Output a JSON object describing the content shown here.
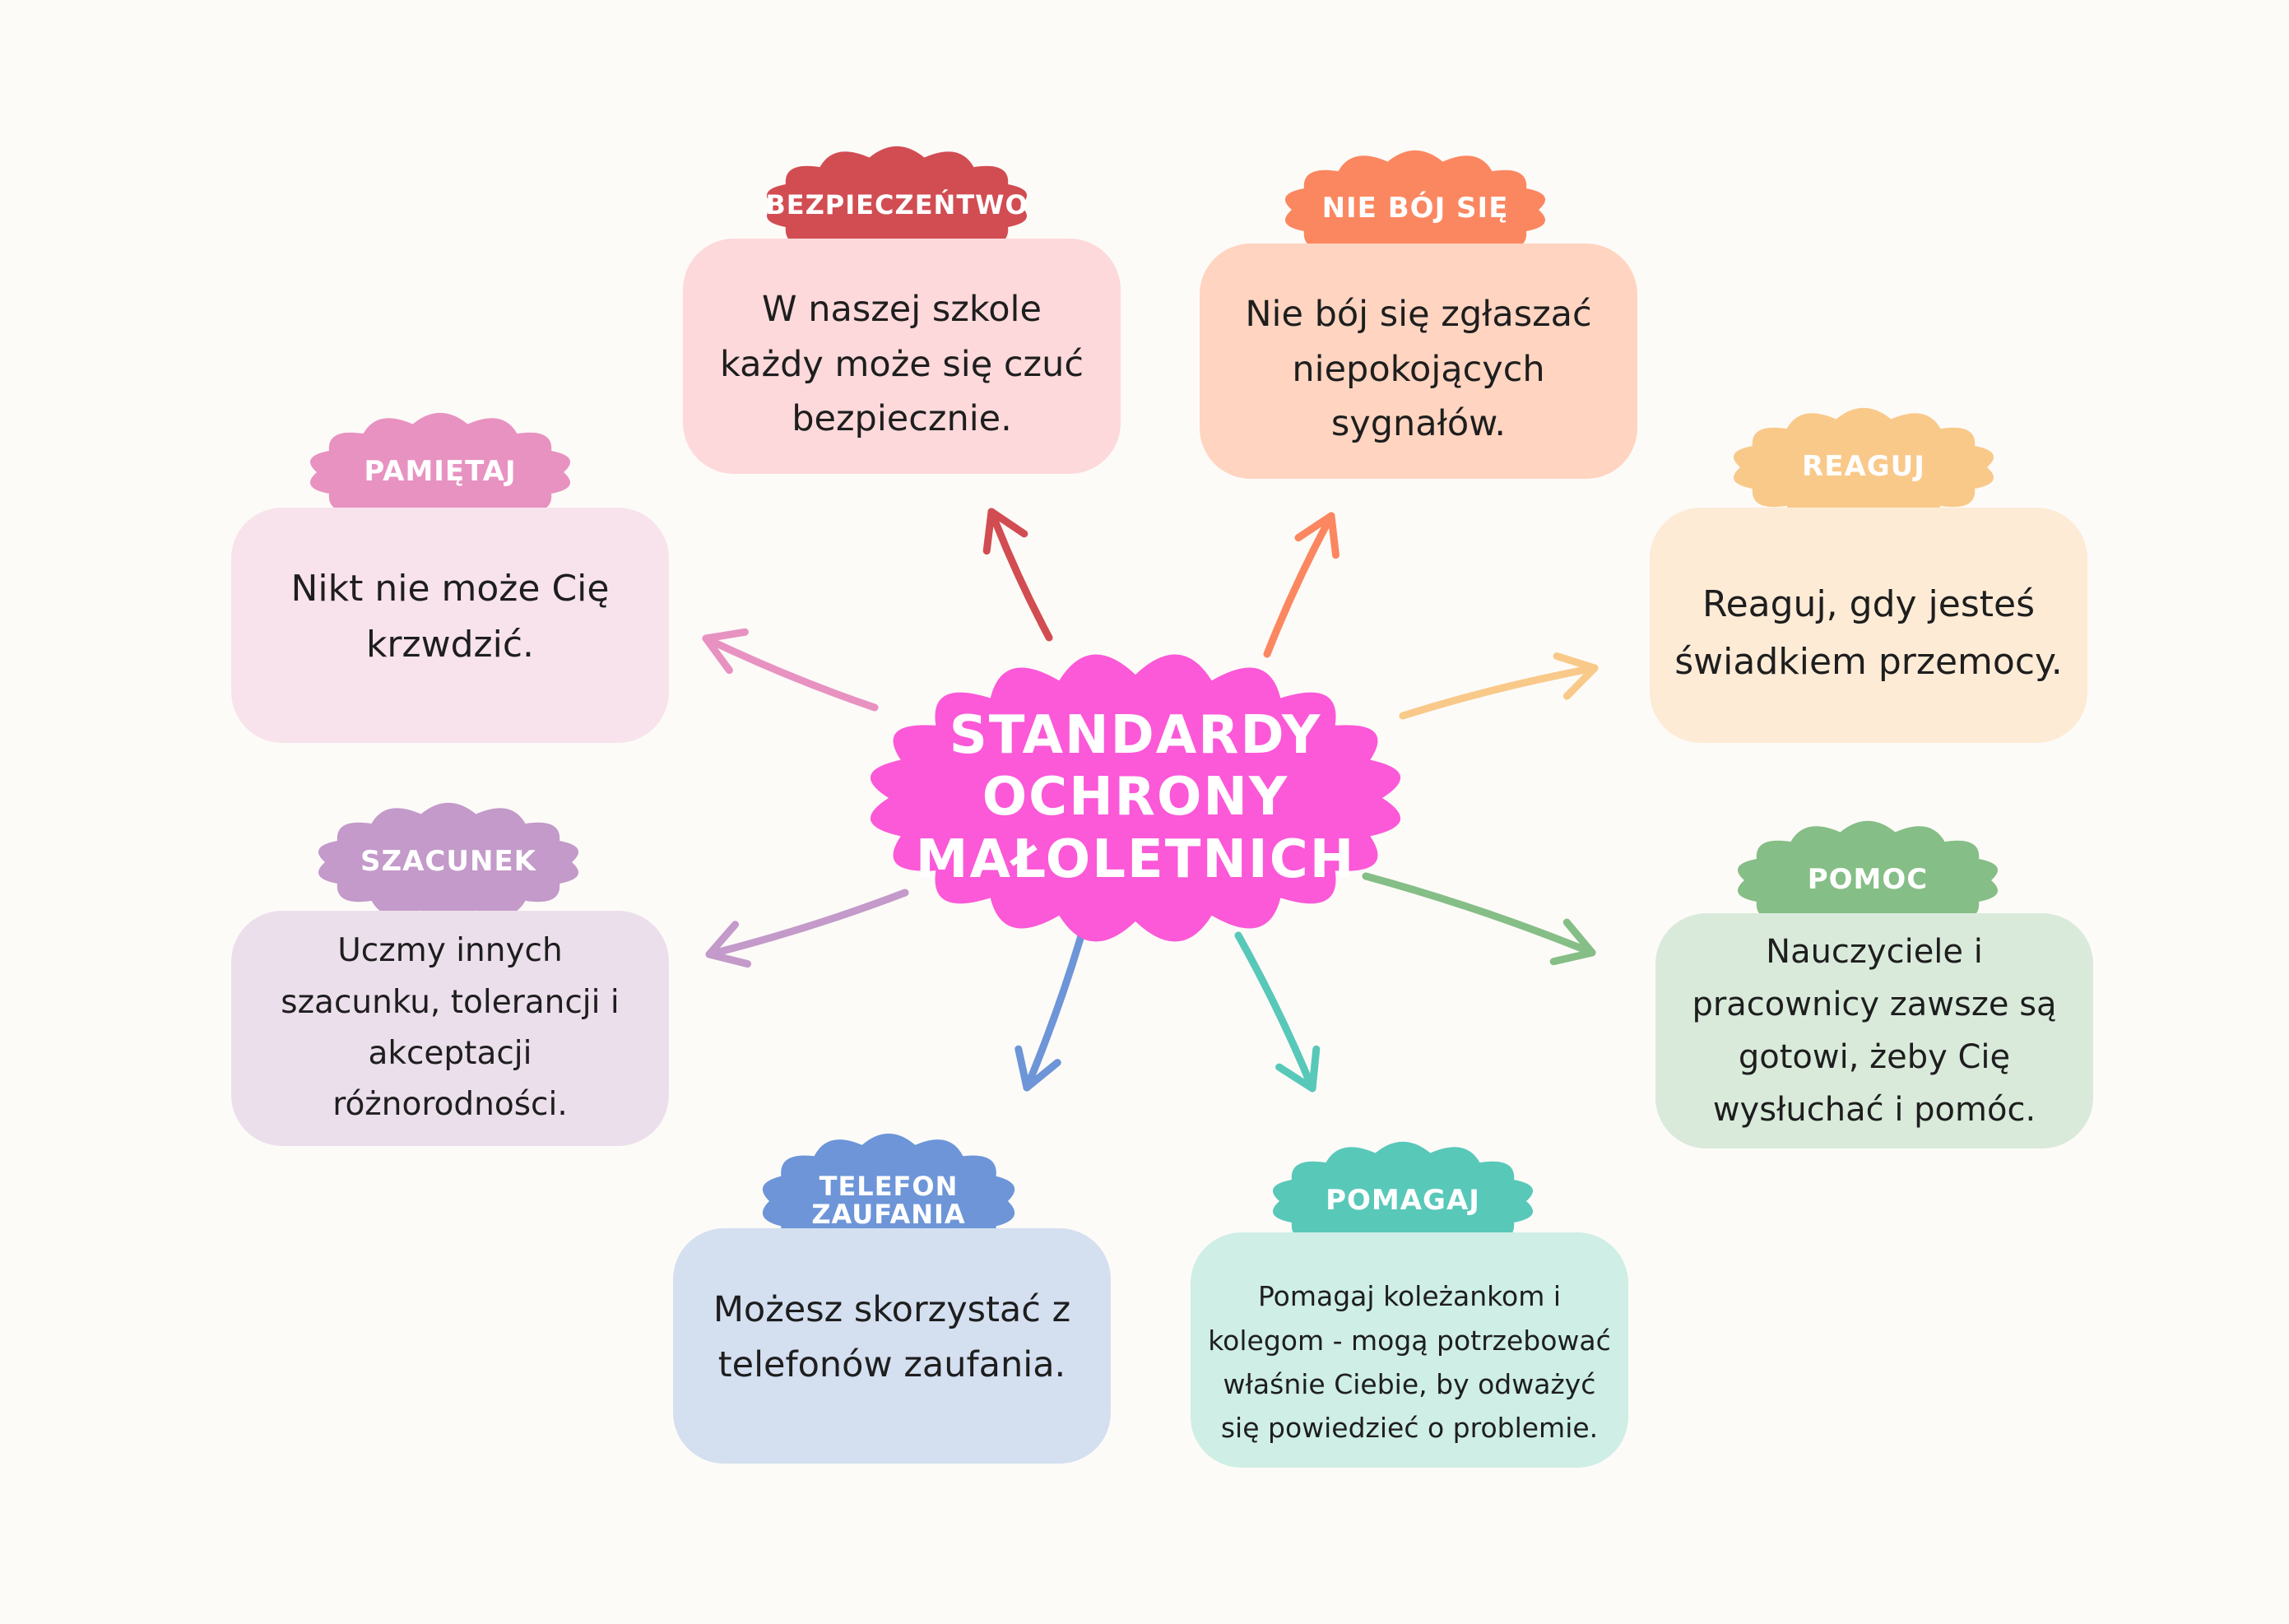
{
  "center": {
    "title": "STANDARDY\nOCHRONY\nMAŁOLETNICH",
    "color": "#fb59d8"
  },
  "nodes": [
    {
      "id": "bezpieczenstwo",
      "label": "BEZPIECZEŃTWO",
      "text": "W naszej szkole każdy może się czuć bezpiecznie.",
      "label_color": "#d14d52",
      "card_color": "#fdd9db"
    },
    {
      "id": "nie-boj-sie",
      "label": "NIE BÓJ SIĘ",
      "text": "Nie bój się zgłaszać niepokojących sygnałów.",
      "label_color": "#fb8760",
      "card_color": "#ffd4c0"
    },
    {
      "id": "reaguj",
      "label": "REAGUJ",
      "text": "Reaguj, gdy jesteś świadkiem przemocy.",
      "label_color": "#f9c98a",
      "card_color": "#fdebd6"
    },
    {
      "id": "pomoc",
      "label": "POMOC",
      "text": "Nauczyciele i pracownicy zawsze są gotowi, żeby Cię wysłuchać i pomóc.",
      "label_color": "#85be86",
      "card_color": "#d9eadb"
    },
    {
      "id": "pomagaj",
      "label": "POMAGAJ",
      "text": "Pomagaj koleżankom i kolegom - mogą potrzebować właśnie Ciebie, by odważyć się powiedzieć o problemie.",
      "label_color": "#58c8b9",
      "card_color": "#ceeee6"
    },
    {
      "id": "telefon-zaufania",
      "label": "TELEFON ZAUFANIA",
      "text": "Możesz skorzystać z telefonów zaufania.",
      "label_color": "#6d95d8",
      "card_color": "#d4dff0"
    },
    {
      "id": "szacunek",
      "label": "SZACUNEK",
      "text": "Uczmy innych szacunku, tolerancji i akceptacji różnorodności.",
      "label_color": "#c39ac9",
      "card_color": "#ecdfec"
    },
    {
      "id": "pamietaj",
      "label": "PAMIĘTAJ",
      "text": "Nikt nie może Cię krzwdzić.",
      "label_color": "#e892c1",
      "card_color": "#f8e3ec"
    }
  ]
}
